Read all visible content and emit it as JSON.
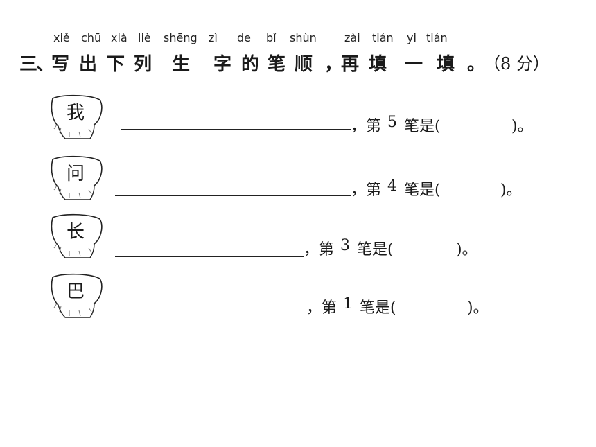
{
  "section": {
    "pinyin": [
      "xiě",
      "chū",
      "xià",
      "liè",
      "shēng",
      "zì",
      "de",
      "bǐ",
      "shùn",
      "zài",
      "tián",
      "yi",
      "tián"
    ],
    "chars": [
      "三",
      "、",
      "写",
      "出",
      "下",
      "列",
      "生",
      "字",
      "的",
      "笔",
      "顺",
      "，",
      "再",
      "填",
      "一",
      "填",
      "。"
    ],
    "score": "（8 分）"
  },
  "items": [
    {
      "char": "我",
      "prefix": "，第",
      "num": "5",
      "mid": "笔是(",
      "close": ")。"
    },
    {
      "char": "问",
      "prefix": "，第",
      "num": "4",
      "mid": "笔是(",
      "close": ")。"
    },
    {
      "char": "长",
      "prefix": "，第",
      "num": "3",
      "mid": "笔是(",
      "close": ")。"
    },
    {
      "char": "巴",
      "prefix": "，第",
      "num": "1",
      "mid": "笔是(",
      "close": ")。"
    }
  ]
}
